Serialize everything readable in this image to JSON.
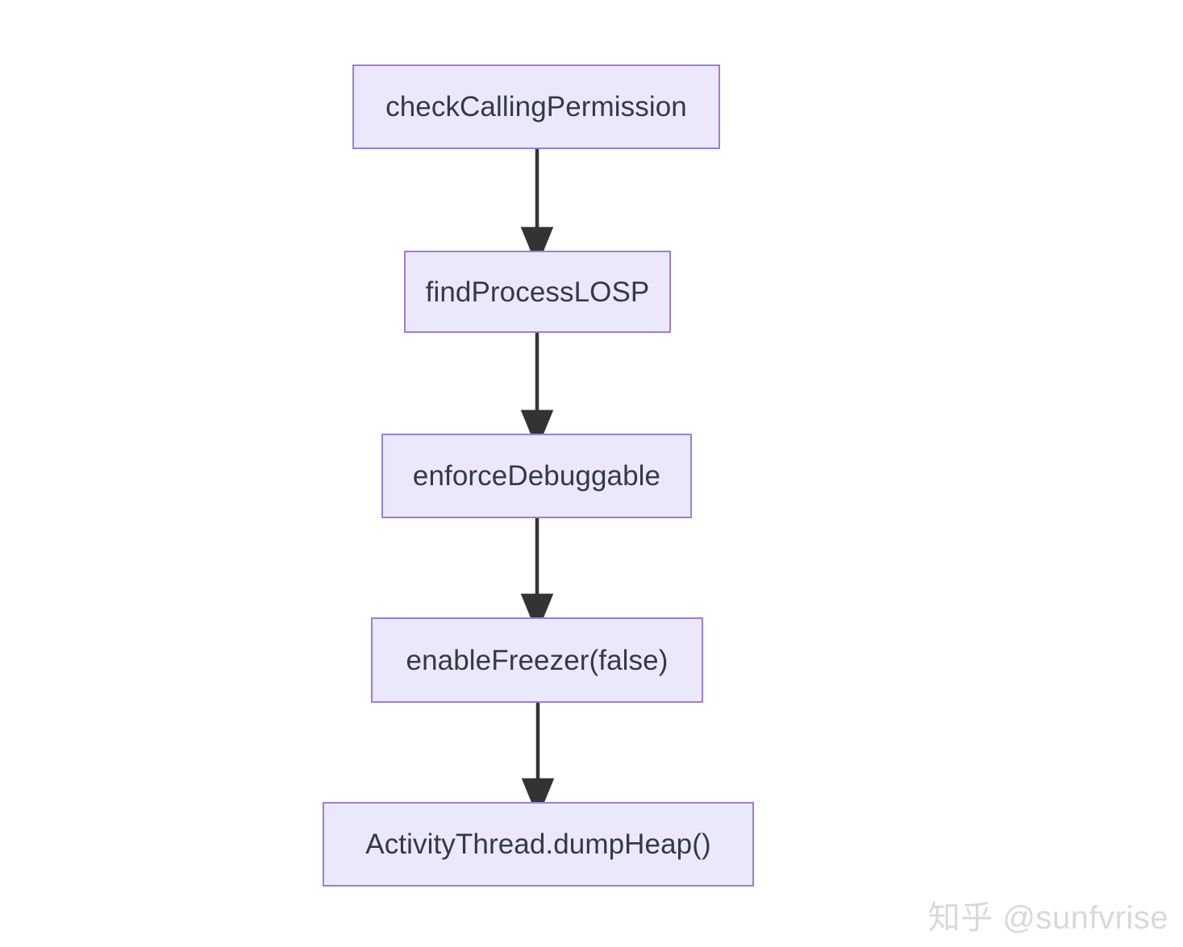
{
  "diagram": {
    "type": "flowchart",
    "direction": "top-down",
    "background_color": "#FFFFFF",
    "node_fill_color": "#ECE8FB",
    "node_border_color": "#9B7ED8",
    "node_text_color": "#333A45",
    "edge_color": "#333333",
    "nodes": [
      {
        "id": "n0",
        "label": "checkCallingPermission"
      },
      {
        "id": "n1",
        "label": "findProcessLOSP"
      },
      {
        "id": "n2",
        "label": "enforceDebuggable"
      },
      {
        "id": "n3",
        "label": "enableFreezer(false)"
      },
      {
        "id": "n4",
        "label": "ActivityThread.dumpHeap()"
      }
    ],
    "edges": [
      {
        "from": "n0",
        "to": "n1",
        "label": ""
      },
      {
        "from": "n1",
        "to": "n2",
        "label": ""
      },
      {
        "from": "n2",
        "to": "n3",
        "label": ""
      },
      {
        "from": "n3",
        "to": "n4",
        "label": ""
      }
    ]
  },
  "watermark": {
    "text": "知乎 @sunfvrise",
    "color": "#D9D9D9"
  }
}
